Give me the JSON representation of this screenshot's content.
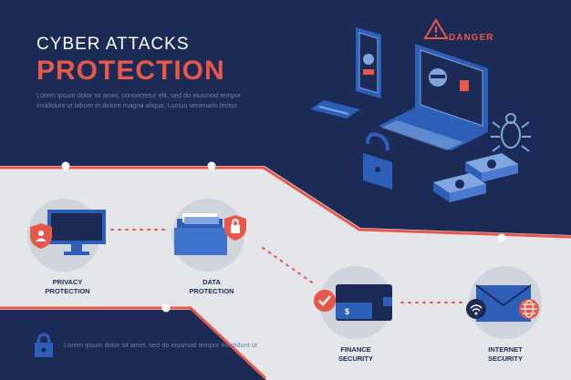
{
  "header": {
    "line1": "CYBER ATTACKS",
    "line2": "PROTECTION",
    "body": "Lorem ipsum dolor sit amet, consectetur elit, sed do eiusmod tempor incididunt ut labore et dolore magna aliqua. Luctus venenatis lectus"
  },
  "footer": {
    "body": "Lorem ipsum dolor sit amet, sed do eiusmod tempor incididunt ut"
  },
  "danger_label": "DANGER",
  "steps": [
    {
      "label": "PRIVACY\nPROTECTION"
    },
    {
      "label": "DATA\nPROTECTION"
    },
    {
      "label": "FINANCE\nSECURITY"
    },
    {
      "label": "INTERNET\nSECURITY"
    }
  ],
  "colors": {
    "navy": "#1c2b55",
    "band": "#e4e6ea",
    "accent": "#e8584a",
    "blue": "#2d5fb8",
    "circle": "#cfd4dd"
  }
}
